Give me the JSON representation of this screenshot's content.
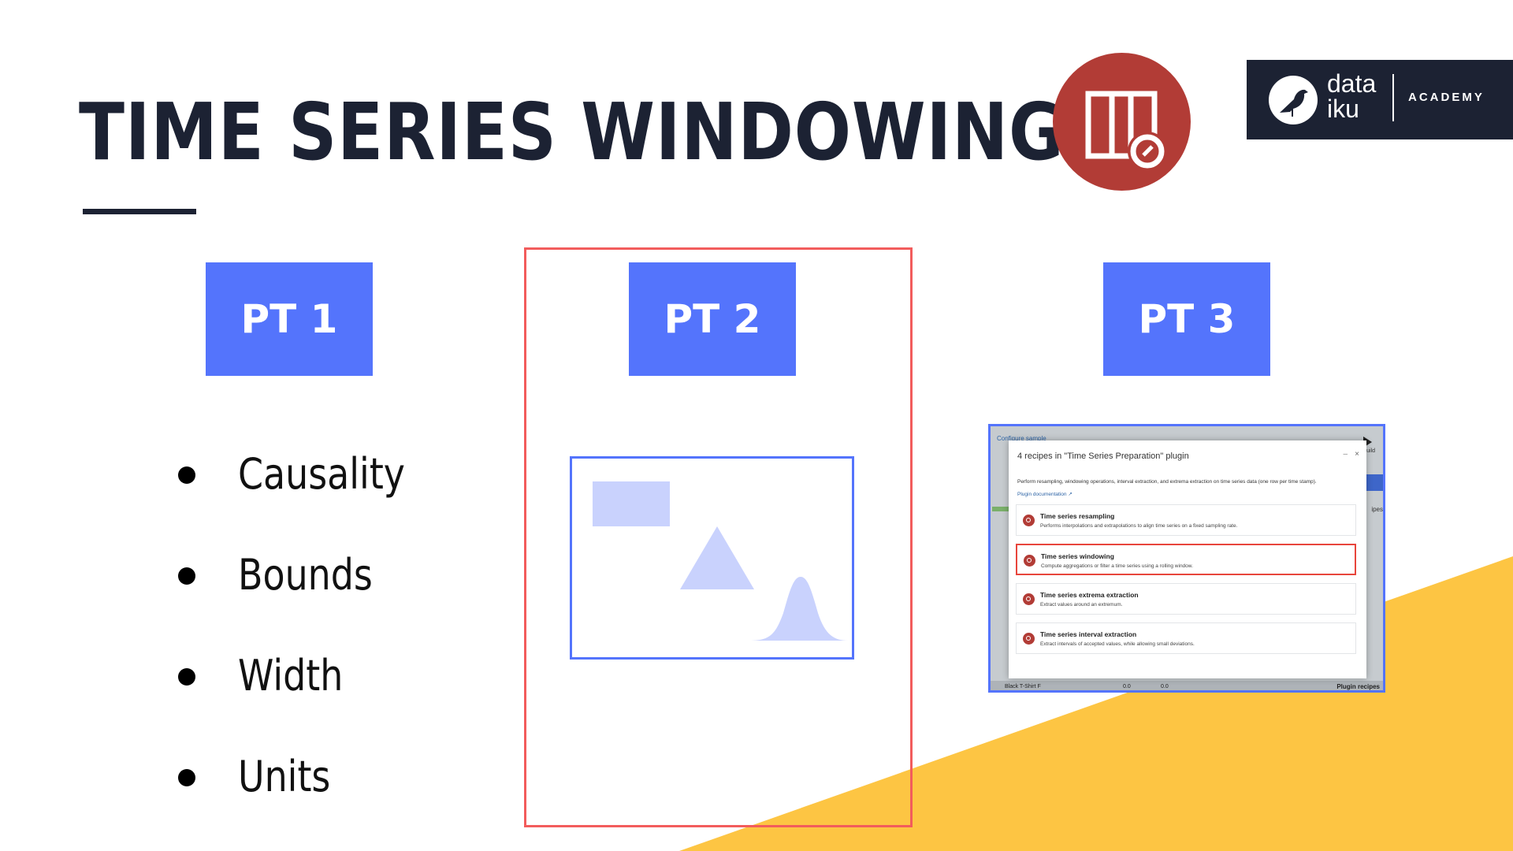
{
  "slide": {
    "title": "TIME SERIES WINDOWING",
    "colors": {
      "title": "#1c2233",
      "badge": "#5474fc",
      "accent_yellow": "#fdc543",
      "highlight_frame": "#f25c5c",
      "recipe_icon": "#b23c36"
    }
  },
  "recipe_icon": {
    "icon": "time-series-windowing-recipe-icon"
  },
  "logo": {
    "word_line1": "data",
    "word_line2": "iku",
    "academy": "ACADEMY"
  },
  "parts": [
    {
      "label": "PT 1"
    },
    {
      "label": "PT 2"
    },
    {
      "label": "PT 3"
    }
  ],
  "bullets": [
    {
      "label": "Causality"
    },
    {
      "label": "Bounds"
    },
    {
      "label": "Width"
    },
    {
      "label": "Units"
    }
  ],
  "placeholder_image": {
    "icon": "image-placeholder-icon"
  },
  "screenshot": {
    "background": {
      "configure_sample": "Configure sample",
      "build_label": "Build",
      "recipes_label": "ipes",
      "footer_row_label": "Black T-Shirt F",
      "footer_value_1": "0.0",
      "footer_value_2": "0.0",
      "footer_right": "Plugin recipes"
    },
    "modal": {
      "title": "4 recipes in \"Time Series Preparation\" plugin",
      "minimize": "–",
      "close": "×",
      "description": "Perform resampling, windowing operations, interval extraction, and extrema extraction on time series data (one row per time stamp).",
      "doc_link": "Plugin documentation ↗",
      "recipes": [
        {
          "name": "Time series resampling",
          "description": "Performs interpolations and extrapolations to align time series on a fixed sampling rate.",
          "selected": false
        },
        {
          "name": "Time series windowing",
          "description": "Compute aggregations or filter a time series using a rolling window.",
          "selected": true
        },
        {
          "name": "Time series extrema extraction",
          "description": "Extract values around an extremum.",
          "selected": false
        },
        {
          "name": "Time series interval extraction",
          "description": "Extract intervals of accepted values, while allowing small deviations.",
          "selected": false
        }
      ]
    }
  }
}
